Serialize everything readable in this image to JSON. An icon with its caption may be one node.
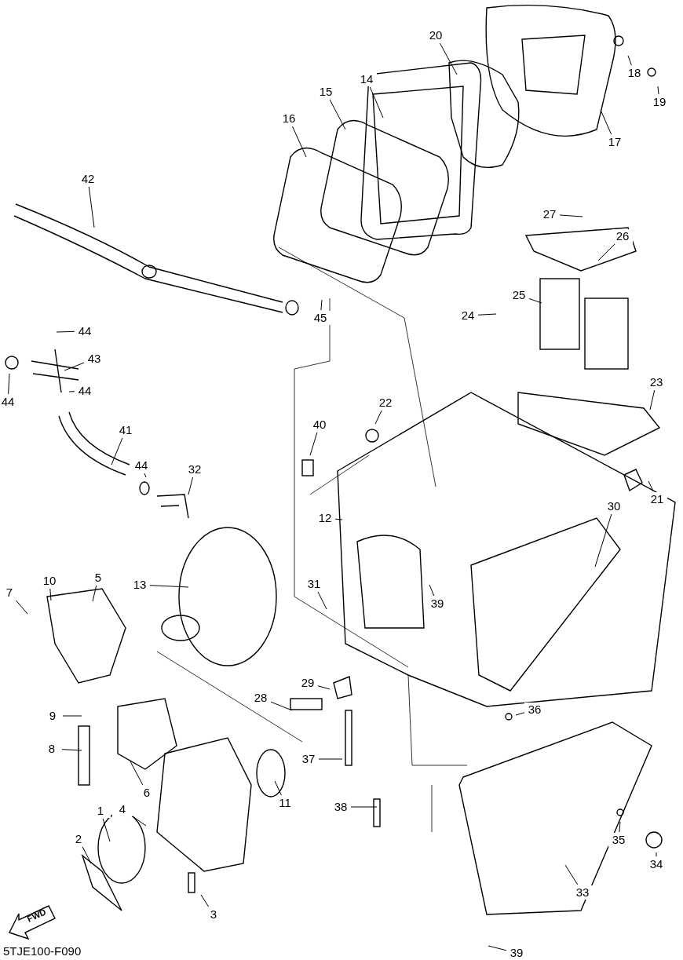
{
  "diagram": {
    "nodes": [
      {
        "text": [
          "20"
        ]
      },
      {
        "text": [
          "18"
        ]
      },
      {
        "text": [
          "14"
        ]
      },
      {
        "text": [
          "15"
        ]
      },
      {
        "text": [
          "19"
        ]
      },
      {
        "text": [
          "16"
        ]
      },
      {
        "text": [
          "17"
        ]
      },
      {
        "text": [
          "42"
        ]
      },
      {
        "text": [
          "27"
        ]
      },
      {
        "text": [
          "26"
        ]
      },
      {
        "text": [
          "25"
        ]
      },
      {
        "text": [
          "24"
        ]
      },
      {
        "text": [
          "45"
        ]
      },
      {
        "text": [
          "44"
        ]
      },
      {
        "text": [
          "43"
        ]
      },
      {
        "text": [
          "23"
        ]
      },
      {
        "text": [
          "44"
        ]
      },
      {
        "text": [
          "44"
        ]
      },
      {
        "text": [
          "22"
        ]
      },
      {
        "text": [
          "40"
        ]
      },
      {
        "text": [
          "41"
        ]
      },
      {
        "text": [
          "44"
        ]
      },
      {
        "text": [
          "32"
        ]
      },
      {
        "text": [
          "21"
        ]
      },
      {
        "text": [
          "30"
        ]
      },
      {
        "text": [
          "12"
        ]
      },
      {
        "text": [
          "7"
        ]
      },
      {
        "text": [
          "10"
        ]
      },
      {
        "text": [
          "5"
        ]
      },
      {
        "text": [
          "13"
        ]
      },
      {
        "text": [
          "31"
        ]
      },
      {
        "text": [
          "39"
        ]
      },
      {
        "text": [
          "29"
        ]
      },
      {
        "text": [
          "28"
        ]
      },
      {
        "text": [
          "36"
        ]
      },
      {
        "text": [
          "9"
        ]
      },
      {
        "text": [
          "8"
        ]
      },
      {
        "text": [
          "37"
        ]
      },
      {
        "text": [
          "6"
        ]
      },
      {
        "text": [
          "11"
        ]
      },
      {
        "text": [
          "4"
        ]
      },
      {
        "text": [
          "1"
        ]
      },
      {
        "text": [
          "38"
        ]
      },
      {
        "text": [
          "2"
        ]
      },
      {
        "text": [
          "35"
        ]
      },
      {
        "text": [
          "34"
        ]
      },
      {
        "text": [
          "33"
        ]
      },
      {
        "text": [
          "3"
        ]
      },
      {
        "text": [
          "39"
        ]
      }
    ],
    "edges": [
      {
        "from": 0,
        "to": null,
        "arrow": "none"
      },
      {
        "from": 1,
        "to": null,
        "arrow": "none"
      },
      {
        "from": 2,
        "to": null,
        "arrow": "none"
      },
      {
        "from": 3,
        "to": null,
        "arrow": "none"
      },
      {
        "from": 4,
        "to": null,
        "arrow": "none"
      },
      {
        "from": 5,
        "to": null,
        "arrow": "none"
      },
      {
        "from": 6,
        "to": null,
        "arrow": "none"
      },
      {
        "from": 7,
        "to": null,
        "arrow": "none"
      },
      {
        "from": 8,
        "to": null,
        "arrow": "none"
      },
      {
        "from": 9,
        "to": null,
        "arrow": "none"
      },
      {
        "from": 10,
        "to": null,
        "arrow": "none"
      },
      {
        "from": 11,
        "to": null,
        "arrow": "none"
      },
      {
        "from": 12,
        "to": null,
        "arrow": "none"
      },
      {
        "from": 13,
        "to": null,
        "arrow": "none"
      },
      {
        "from": 14,
        "to": null,
        "arrow": "none"
      },
      {
        "from": 15,
        "to": null,
        "arrow": "none"
      },
      {
        "from": 16,
        "to": null,
        "arrow": "none"
      },
      {
        "from": 17,
        "to": null,
        "arrow": "none"
      },
      {
        "from": 18,
        "to": null,
        "arrow": "none"
      },
      {
        "from": 19,
        "to": null,
        "arrow": "none"
      },
      {
        "from": 20,
        "to": null,
        "arrow": "none"
      },
      {
        "from": 21,
        "to": null,
        "arrow": "none"
      },
      {
        "from": 22,
        "to": null,
        "arrow": "none"
      },
      {
        "from": 23,
        "to": null,
        "arrow": "none"
      },
      {
        "from": 24,
        "to": null,
        "arrow": "none"
      },
      {
        "from": 25,
        "to": null,
        "arrow": "none"
      },
      {
        "from": 26,
        "to": null,
        "arrow": "none"
      },
      {
        "from": 27,
        "to": null,
        "arrow": "none"
      },
      {
        "from": 28,
        "to": null,
        "arrow": "none"
      },
      {
        "from": 29,
        "to": null,
        "arrow": "none"
      },
      {
        "from": 30,
        "to": null,
        "arrow": "none"
      },
      {
        "from": 31,
        "to": null,
        "arrow": "none"
      },
      {
        "from": 32,
        "to": null,
        "arrow": "none"
      },
      {
        "from": 33,
        "to": null,
        "arrow": "none"
      },
      {
        "from": 34,
        "to": null,
        "arrow": "none"
      },
      {
        "from": 35,
        "to": null,
        "arrow": "none"
      },
      {
        "from": 36,
        "to": null,
        "arrow": "none"
      },
      {
        "from": 37,
        "to": null,
        "arrow": "none"
      },
      {
        "from": 38,
        "to": null,
        "arrow": "none"
      },
      {
        "from": 39,
        "to": null,
        "arrow": "none"
      },
      {
        "from": 40,
        "to": null,
        "arrow": "none"
      },
      {
        "from": 41,
        "to": null,
        "arrow": "none"
      },
      {
        "from": 42,
        "to": null,
        "arrow": "none"
      },
      {
        "from": 43,
        "to": null,
        "arrow": "none"
      },
      {
        "from": 44,
        "to": null,
        "arrow": "none"
      },
      {
        "from": 45,
        "to": null,
        "arrow": "none"
      },
      {
        "from": 46,
        "to": null,
        "arrow": "none"
      },
      {
        "from": 47,
        "to": null,
        "arrow": "none"
      },
      {
        "from": 48,
        "to": null,
        "arrow": "none"
      }
    ],
    "labels": [
      "FWD",
      "5TJE100-F090"
    ]
  }
}
